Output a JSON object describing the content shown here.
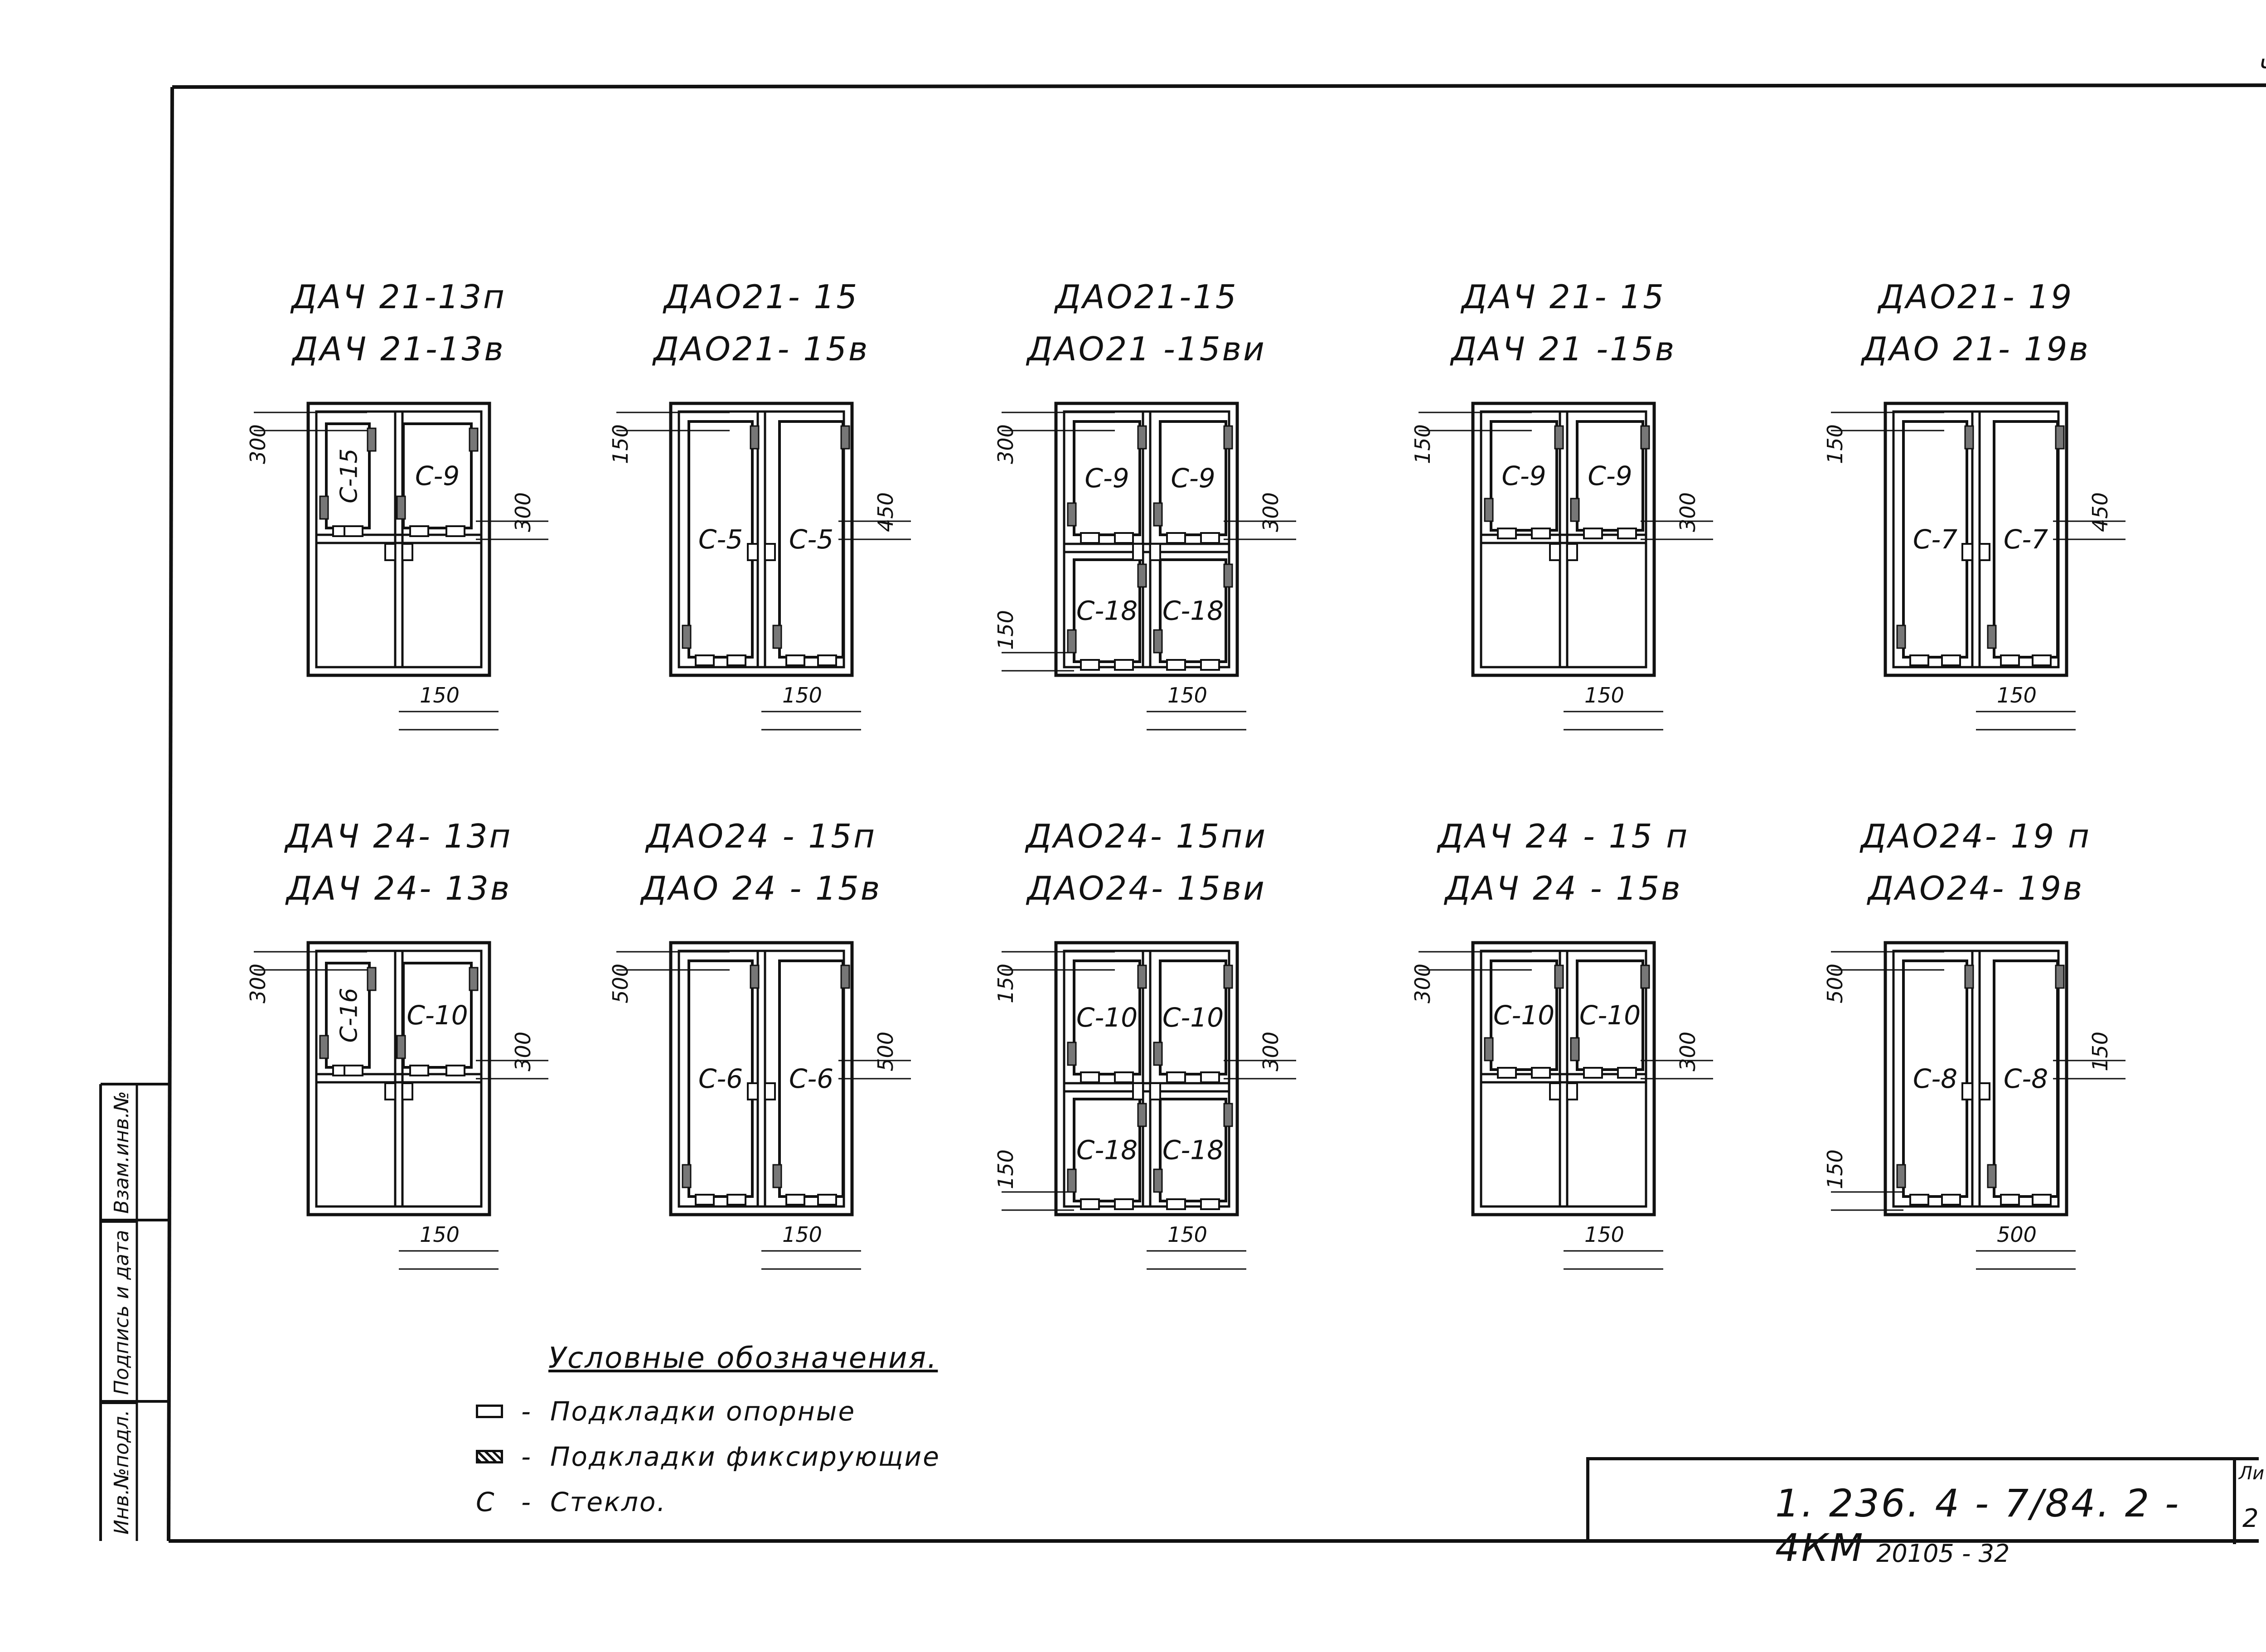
{
  "drawings": [
    {
      "row": 0,
      "col": 0,
      "titles": [
        "ДАЧ 21-13п",
        "ДАЧ 21-13в"
      ],
      "variant": "A",
      "panes": [
        {
          "label": "С-15",
          "pos": "tl-narrow"
        },
        {
          "label": "С-9",
          "pos": "tr-small"
        }
      ],
      "dims": [
        "300",
        "300",
        "150"
      ]
    },
    {
      "row": 0,
      "col": 1,
      "titles": [
        "ДАО21- 15",
        "ДАО21- 15в"
      ],
      "variant": "B",
      "panes": [
        {
          "label": "С-5",
          "pos": "l-full"
        },
        {
          "label": "С-5",
          "pos": "r-full"
        }
      ],
      "dims": [
        "150",
        "450",
        "150"
      ]
    },
    {
      "row": 0,
      "col": 2,
      "titles": [
        "ДАО21-15",
        "ДАО21 -15ви"
      ],
      "variant": "C",
      "panes": [
        {
          "label": "С-9",
          "pos": "tl"
        },
        {
          "label": "С-9",
          "pos": "tr"
        },
        {
          "label": "С-18",
          "pos": "bl"
        },
        {
          "label": "С-18",
          "pos": "br"
        }
      ],
      "dims": [
        "300",
        "300",
        "150",
        "150"
      ]
    },
    {
      "row": 0,
      "col": 3,
      "titles": [
        "ДАЧ 21- 15",
        "ДАЧ 21 -15в"
      ],
      "variant": "D",
      "panes": [
        {
          "label": "С-9",
          "pos": "tl-med"
        },
        {
          "label": "С-9",
          "pos": "tr-med"
        }
      ],
      "dims": [
        "150",
        "300",
        "150"
      ]
    },
    {
      "row": 0,
      "col": 4,
      "titles": [
        "ДАО21- 19",
        "ДАО 21- 19в"
      ],
      "variant": "B",
      "panes": [
        {
          "label": "С-7",
          "pos": "l-full"
        },
        {
          "label": "С-7",
          "pos": "r-full"
        }
      ],
      "dims": [
        "150",
        "450",
        "150"
      ]
    },
    {
      "row": 1,
      "col": 0,
      "titles": [
        "ДАЧ 24- 13п",
        "ДАЧ 24- 13в"
      ],
      "variant": "A",
      "panes": [
        {
          "label": "С-16",
          "pos": "tl-narrow"
        },
        {
          "label": "С-10",
          "pos": "tr-small"
        }
      ],
      "dims": [
        "300",
        "300",
        "150"
      ]
    },
    {
      "row": 1,
      "col": 1,
      "titles": [
        "ДАО24 - 15п",
        "ДАО 24 - 15в"
      ],
      "variant": "B",
      "panes": [
        {
          "label": "С-6",
          "pos": "l-full"
        },
        {
          "label": "С-6",
          "pos": "r-full"
        }
      ],
      "dims": [
        "500",
        "500",
        "150"
      ]
    },
    {
      "row": 1,
      "col": 2,
      "titles": [
        "ДАО24- 15пи",
        "ДАО24- 15ви"
      ],
      "variant": "C",
      "panes": [
        {
          "label": "С-10",
          "pos": "tl"
        },
        {
          "label": "С-10",
          "pos": "tr"
        },
        {
          "label": "С-18",
          "pos": "bl"
        },
        {
          "label": "С-18",
          "pos": "br"
        }
      ],
      "dims": [
        "150",
        "300",
        "150",
        "150"
      ]
    },
    {
      "row": 1,
      "col": 3,
      "titles": [
        "ДАЧ 24 - 15 п",
        "ДАЧ 24 - 15в"
      ],
      "variant": "D",
      "panes": [
        {
          "label": "С-10",
          "pos": "tl-med"
        },
        {
          "label": "С-10",
          "pos": "tr-med"
        }
      ],
      "dims": [
        "300",
        "300",
        "150"
      ]
    },
    {
      "row": 1,
      "col": 4,
      "titles": [
        "ДАО24- 19 п",
        "ДАО24- 19в"
      ],
      "variant": "B",
      "panes": [
        {
          "label": "С-8",
          "pos": "l-full"
        },
        {
          "label": "С-8",
          "pos": "r-full"
        }
      ],
      "dims": [
        "500",
        "150",
        "500",
        "150"
      ]
    }
  ],
  "legend": {
    "title": "Условные обозначения.",
    "items": [
      {
        "symbol": "support-pad",
        "text": "Подкладки опорные"
      },
      {
        "symbol": "fixing-pad",
        "text": "Подкладки фиксирующие"
      },
      {
        "symbol": "letter-c",
        "text": "Стекло."
      }
    ],
    "letter": "С",
    "dash": "-"
  },
  "title_block": {
    "code": "1. 236. 4 - 7/84. 2 - 4КМ",
    "sheet_label": "Ли",
    "sheet_number": "2"
  },
  "below_frame": "20105 - 32",
  "corner": "Ч",
  "side_strip": [
    "Взам.инв.№",
    "Подпись и дата",
    "Инв.№подл."
  ]
}
